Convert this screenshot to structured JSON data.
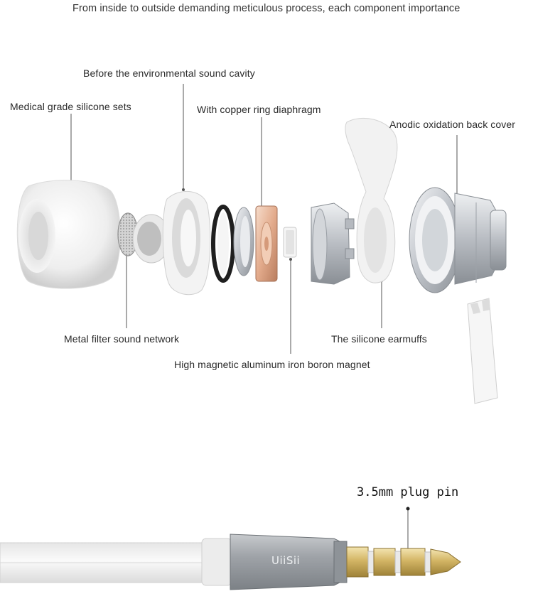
{
  "headline": "From inside to outside demanding meticulous process, each component importance",
  "labels": {
    "sound_cavity": "Before the environmental sound cavity",
    "silicone_sets": "Medical grade silicone sets",
    "copper_diaphragm": "With copper ring diaphragm",
    "back_cover": "Anodic oxidation back cover",
    "filter_network": "Metal filter sound network",
    "earmuffs": "The silicone earmuffs",
    "magnet": "High magnetic aluminum iron boron magnet"
  },
  "plug": {
    "label": "3.5mm plug pin",
    "brand": "UiiSii"
  },
  "colors": {
    "background": "#ffffff",
    "leader_line": "#555555",
    "silicone": "#f2f2f2",
    "metal": "#c8ccd2",
    "copper": "#e6b89a",
    "gold": "#d8bf72",
    "cable": "#f5f5f5"
  }
}
